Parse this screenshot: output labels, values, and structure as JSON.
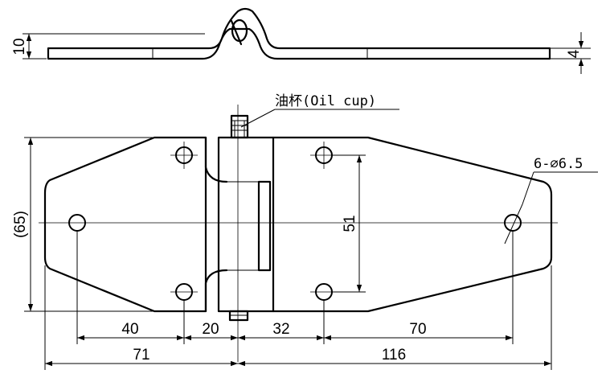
{
  "labels": {
    "oil_cup": "油杯(Oil cup)",
    "holes": "6-∅6.5"
  },
  "dimensions": {
    "side_height": "10",
    "side_thickness": "4",
    "plate_height": "(65)",
    "hole_spacing_vertical": "51",
    "d40": "40",
    "d20": "20",
    "d32": "32",
    "d70": "70",
    "d71": "71",
    "d116": "116"
  }
}
